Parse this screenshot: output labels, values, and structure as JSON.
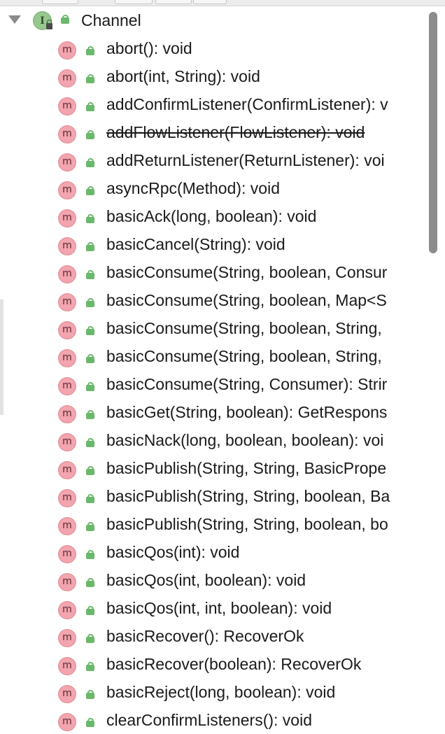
{
  "tree": {
    "root": {
      "label": "Channel",
      "badge": "I",
      "expanded": true
    },
    "members": [
      {
        "label": "abort(): void",
        "deprecated": false
      },
      {
        "label": "abort(int, String): void",
        "deprecated": false
      },
      {
        "label": "addConfirmListener(ConfirmListener): v",
        "deprecated": false
      },
      {
        "label": "addFlowListener(FlowListener): void",
        "deprecated": true
      },
      {
        "label": "addReturnListener(ReturnListener): voi",
        "deprecated": false
      },
      {
        "label": "asyncRpc(Method): void",
        "deprecated": false
      },
      {
        "label": "basicAck(long, boolean): void",
        "deprecated": false
      },
      {
        "label": "basicCancel(String): void",
        "deprecated": false
      },
      {
        "label": "basicConsume(String, boolean, Consur",
        "deprecated": false
      },
      {
        "label": "basicConsume(String, boolean, Map<S",
        "deprecated": false
      },
      {
        "label": "basicConsume(String, boolean, String, ",
        "deprecated": false
      },
      {
        "label": "basicConsume(String, boolean, String, ",
        "deprecated": false
      },
      {
        "label": "basicConsume(String, Consumer): Strir",
        "deprecated": false
      },
      {
        "label": "basicGet(String, boolean): GetRespons",
        "deprecated": false
      },
      {
        "label": "basicNack(long, boolean, boolean): voi",
        "deprecated": false
      },
      {
        "label": "basicPublish(String, String, BasicPrope",
        "deprecated": false
      },
      {
        "label": "basicPublish(String, String, boolean, Ba",
        "deprecated": false
      },
      {
        "label": "basicPublish(String, String, boolean, bo",
        "deprecated": false
      },
      {
        "label": "basicQos(int): void",
        "deprecated": false
      },
      {
        "label": "basicQos(int, boolean): void",
        "deprecated": false
      },
      {
        "label": "basicQos(int, int, boolean): void",
        "deprecated": false
      },
      {
        "label": "basicRecover(): RecoverOk",
        "deprecated": false
      },
      {
        "label": "basicRecover(boolean): RecoverOk",
        "deprecated": false
      },
      {
        "label": "basicReject(long, boolean): void",
        "deprecated": false
      },
      {
        "label": "clearConfirmListeners(): void",
        "deprecated": false
      }
    ],
    "method_badge": "m",
    "icons": {
      "expand": "triangle-down-icon",
      "interface": "interface-icon",
      "method": "method-icon",
      "visibility": "public-lock-icon"
    },
    "colors": {
      "interface_badge": "#96c78d",
      "method_badge": "#f2a5ae",
      "public_lock": "#6bb86a",
      "text": "#1a1a1a"
    }
  }
}
